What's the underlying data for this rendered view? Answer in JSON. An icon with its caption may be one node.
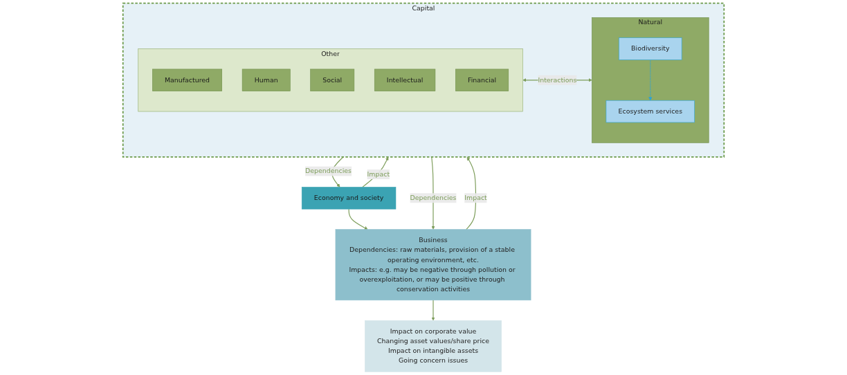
{
  "diagram": {
    "nodes": [
      {
        "text": [
          "Economy and society"
        ]
      },
      {
        "text": [
          "Business",
          "Dependencies: raw materials, provision of a stable operating environment, etc.",
          "Impacts: e.g. may be negative through pollution or overexploitation, or may be positive through conservation activities"
        ]
      },
      {
        "text": [
          "Impact on corporate value",
          "Changing asset values/share price",
          "Impact on intangible assets",
          "Going concern issues"
        ]
      },
      {
        "text": [
          "Capital"
        ]
      },
      {
        "text": [
          "Other"
        ],
        "in": 3
      },
      {
        "text": [
          "Manufactured"
        ],
        "in": 4
      },
      {
        "text": [
          "Human"
        ],
        "in": 4
      },
      {
        "text": [
          "Social"
        ],
        "in": 4
      },
      {
        "text": [
          "Intellectual"
        ],
        "in": 4
      },
      {
        "text": [
          "Financial"
        ],
        "in": 4
      },
      {
        "text": [
          "Natural"
        ],
        "in": 3
      },
      {
        "text": [
          "Biodiversity"
        ],
        "in": 10
      },
      {
        "text": [
          "Ecosystem services"
        ],
        "in": 10
      }
    ],
    "edges": [
      {
        "from": 0,
        "to": 1,
        "arrow": "to"
      },
      {
        "from": 1,
        "to": 2,
        "arrow": "to"
      },
      {
        "from": 3,
        "to": 0,
        "arrow": "to",
        "label": "Dependencies"
      },
      {
        "from": 0,
        "to": 3,
        "arrow": "to",
        "label": "Impact"
      },
      {
        "from": 3,
        "to": 1,
        "arrow": "to",
        "label": "Dependencies"
      },
      {
        "from": 1,
        "to": 3,
        "arrow": "to",
        "label": "Impact"
      },
      {
        "from": 4,
        "to": 10,
        "arrow": "both",
        "label": "Interactions"
      },
      {
        "from": 11,
        "to": 12,
        "arrow": "to",
        "style": "dashed",
        "color": "#2aa3d8"
      }
    ]
  }
}
